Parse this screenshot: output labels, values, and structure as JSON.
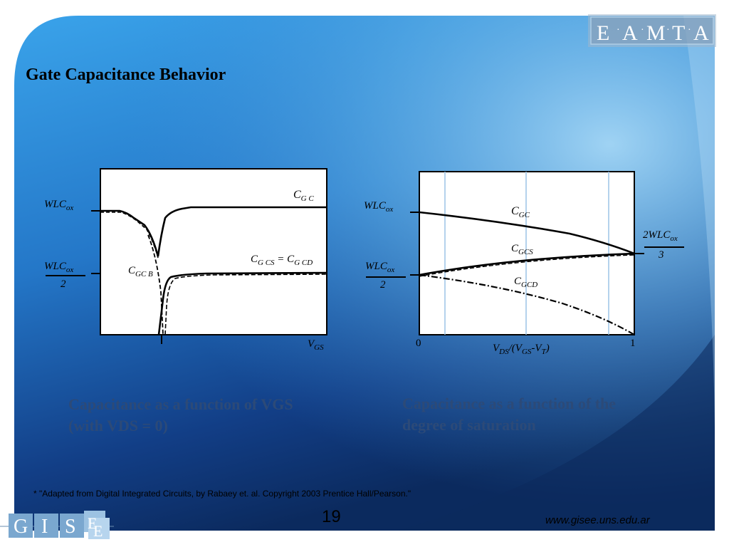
{
  "slide": {
    "title": "Gate Capacitance Behavior",
    "footnote": "* \"Adapted from Digital Integrated Circuits, by Rabaey et. al. Copyright 2003 Prentice Hall/Pearson.\"",
    "page_number": "19",
    "website": "www.gisee.uns.edu.ar"
  },
  "logos": {
    "eamta": [
      "E",
      "A",
      "M",
      "T",
      "A"
    ],
    "gisee": [
      "G",
      "I",
      "S",
      "E",
      "E"
    ]
  },
  "left_plot": {
    "caption_line1": "Capacitance as a function of VGS",
    "caption_line2": "(with VDS = 0)",
    "y_top_label_main": "WLC",
    "y_top_label_sub": "ox",
    "y_half_label_main": "WLC",
    "y_half_label_sub": "ox",
    "y_half_denominator": "2",
    "x_axis_label_main": "V",
    "x_axis_label_sub": "GS",
    "curve_cgc_main": "C",
    "curve_cgc_sub": "G C",
    "curve_cgcb_main": "C",
    "curve_cgcb_sub": "GC B",
    "curve_eq_left_main": "C",
    "curve_eq_left_sub": "G CS",
    "curve_eq_mid": " = ",
    "curve_eq_right_main": "C",
    "curve_eq_right_sub": "G CD"
  },
  "right_plot": {
    "caption_line1": "Capacitance as a function of the",
    "caption_line2": "degree of saturation",
    "y_top_label_main": "WLC",
    "y_top_label_sub": "ox",
    "y_half_label_main": "WLC",
    "y_half_label_sub": "ox",
    "y_half_denominator": "2",
    "right_label_main": "2WLC",
    "right_label_sub": "ox",
    "right_label_denominator": "3",
    "x_tick_0": "0",
    "x_tick_1": "1",
    "x_axis_label": "V",
    "x_axis_sub1": "DS",
    "x_axis_mid": "/(V",
    "x_axis_sub2": "GS",
    "x_axis_mid2": "-V",
    "x_axis_sub3": "T",
    "x_axis_end": ")",
    "curve_cgc_main": "C",
    "curve_cgc_sub": "GC",
    "curve_cgcs_main": "C",
    "curve_cgcs_sub": "GCS",
    "curve_cgcd_main": "C",
    "curve_cgcd_sub": "GCD"
  },
  "colors": {
    "background_blue": "#2f86d4",
    "background_dark": "#0d2c63",
    "caption_color": "#2c4a78",
    "accent_light": "#8fc9f0"
  }
}
